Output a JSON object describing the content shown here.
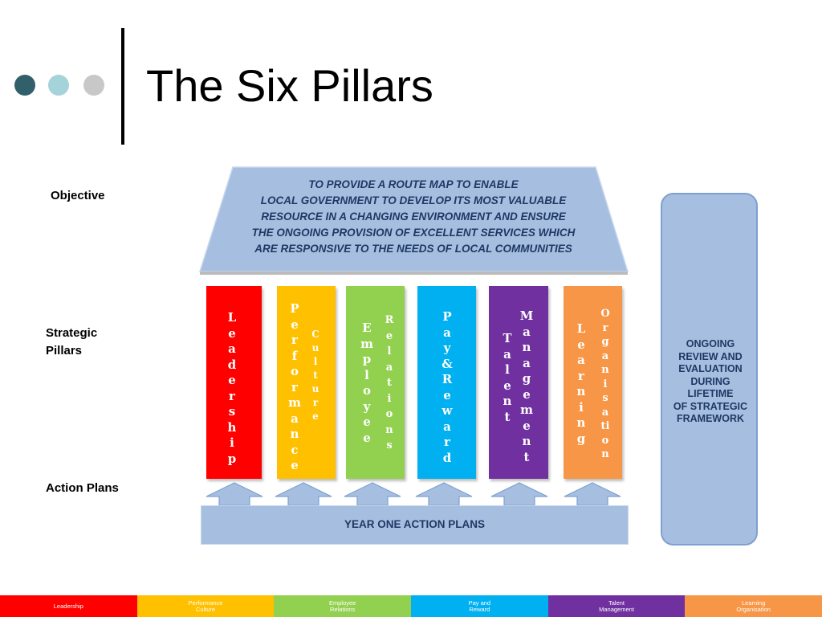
{
  "title": "The Six Pillars",
  "dots": [
    {
      "color": "#31606a"
    },
    {
      "color": "#a4d3d9"
    },
    {
      "color": "#c8c8c8"
    }
  ],
  "labels": {
    "objective": "Objective",
    "strategic_line1": "Strategic",
    "strategic_line2": "Pillars",
    "action_plans": "Action Plans"
  },
  "objective_text": [
    "TO PROVIDE A ROUTE MAP TO ENABLE",
    "LOCAL GOVERNMENT TO DEVELOP ITS MOST VALUABLE",
    "RESOURCE IN A CHANGING ENVIRONMENT AND ENSURE",
    "THE ONGOING PROVISION OF EXCELLENT SERVICES WHICH",
    "ARE RESPONSIVE TO THE NEEDS OF LOCAL COMMUNITIES"
  ],
  "pillars": [
    {
      "name": "leadership",
      "color": "#ff0000",
      "words": [
        "Leadership"
      ]
    },
    {
      "name": "performance-culture",
      "color": "#ffc000",
      "words": [
        "Performance",
        "Culture"
      ]
    },
    {
      "name": "employee-relations",
      "color": "#92d050",
      "words": [
        "Employee",
        "Relations"
      ]
    },
    {
      "name": "pay-reward",
      "color": "#00b0f0",
      "words": [
        "Pay&Reward"
      ]
    },
    {
      "name": "talent-management",
      "color": "#7030a0",
      "words": [
        "Talent",
        "Management"
      ]
    },
    {
      "name": "learning-organisation",
      "color": "#f79646",
      "words": [
        "Learning",
        "Organisation"
      ]
    }
  ],
  "base_text": "YEAR ONE ACTION PLANS",
  "review_text": [
    "ONGOING",
    "REVIEW AND",
    "EVALUATION",
    "DURING",
    "LIFETIME",
    "OF STRATEGIC",
    "FRAMEWORK"
  ],
  "footer": [
    {
      "label": "Leadership",
      "color": "#ff0000"
    },
    {
      "label": "Performance\nCulture",
      "color": "#ffc000"
    },
    {
      "label": "Employee\nRelations",
      "color": "#92d050"
    },
    {
      "label": "Pay and\nReward",
      "color": "#00b0f0"
    },
    {
      "label": "Talent\nManagement",
      "color": "#7030a0"
    },
    {
      "label": "Learning\nOrganisation",
      "color": "#f79646"
    }
  ]
}
